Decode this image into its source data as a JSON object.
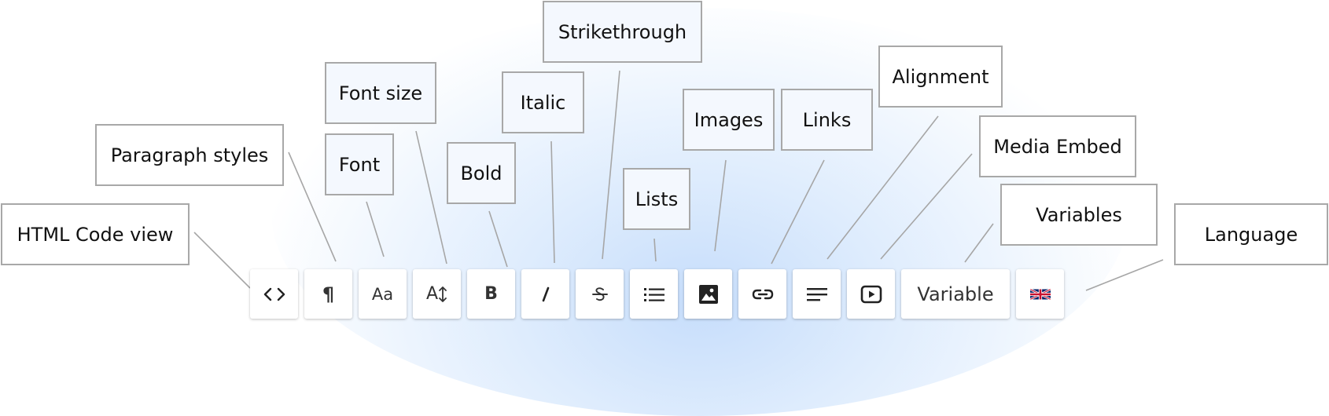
{
  "callouts": {
    "html_code_view": "HTML Code view",
    "paragraph_styles": "Paragraph styles",
    "font": "Font",
    "font_size": "Font size",
    "bold": "Bold",
    "italic": "Italic",
    "strikethrough": "Strikethrough",
    "lists": "Lists",
    "images": "Images",
    "links": "Links",
    "alignment": "Alignment",
    "media_embed": "Media Embed",
    "variables": "Variables",
    "language": "Language"
  },
  "toolbar": {
    "buttons": [
      {
        "id": "html-code-view",
        "icon": "code-icon"
      },
      {
        "id": "paragraph-styles",
        "icon": "pilcrow-icon",
        "glyph": "¶"
      },
      {
        "id": "font",
        "icon": "font-icon",
        "glyph": "Aa"
      },
      {
        "id": "font-size",
        "icon": "font-size-icon",
        "glyph": "A"
      },
      {
        "id": "bold",
        "icon": "bold-icon",
        "glyph": "B"
      },
      {
        "id": "italic",
        "icon": "italic-icon"
      },
      {
        "id": "strikethrough",
        "icon": "strikethrough-icon"
      },
      {
        "id": "lists",
        "icon": "list-icon"
      },
      {
        "id": "images",
        "icon": "image-icon"
      },
      {
        "id": "links",
        "icon": "link-icon"
      },
      {
        "id": "alignment",
        "icon": "align-left-icon"
      },
      {
        "id": "media-embed",
        "icon": "media-embed-icon"
      },
      {
        "id": "variables",
        "icon": "variable-icon",
        "label": "Variable"
      },
      {
        "id": "language",
        "icon": "uk-flag-icon"
      }
    ]
  },
  "colors": {
    "callout_border": "#a8a8a8",
    "leader_line": "#a6a6a6",
    "glow": "#c6ddfb",
    "flag_blue": "#012169",
    "flag_red": "#c8102e"
  }
}
